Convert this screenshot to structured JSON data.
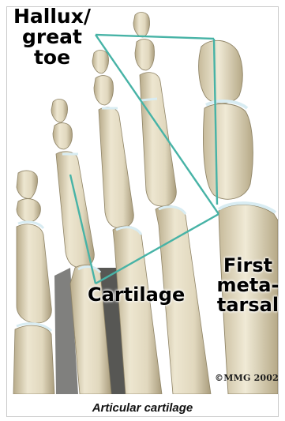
{
  "figure": {
    "labels": {
      "hallux": "Hallux/\ngreat\ntoe",
      "cartilage": "Cartilage",
      "metatarsal": "First\nmeta-\ntarsal"
    },
    "copyright": "©MMG 2002",
    "caption": "Articular cartilage"
  },
  "colors": {
    "bone": "#e4dcc3",
    "bone_shadow": "#b9ad8c",
    "cartilage": "#d8ecf2",
    "pointer_line": "#47b3a6",
    "background": "#ffffff"
  },
  "icons": {
    "illustration": "foot-bones-illustration"
  }
}
